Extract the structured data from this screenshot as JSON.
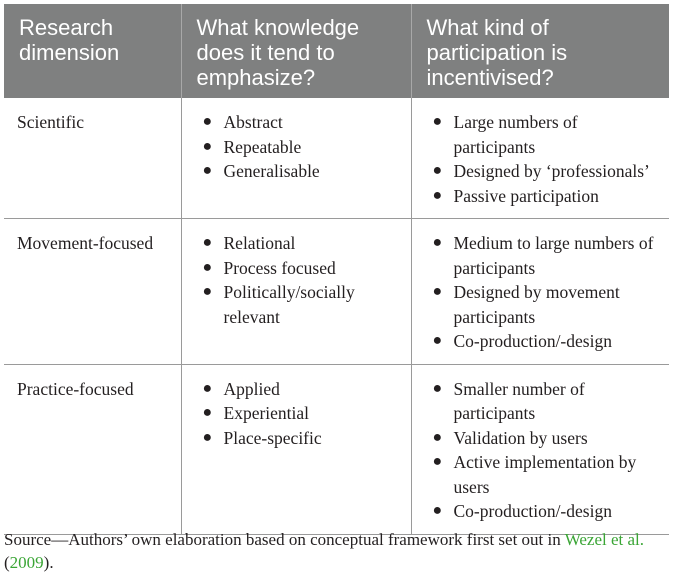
{
  "table": {
    "headers": [
      "Research dimension",
      "What knowledge does it tend to emphasize?",
      "What kind of participation is incentivised?"
    ],
    "rows": [
      {
        "dimension": "Scientific",
        "knowledge": [
          "Abstract",
          "Repeatable",
          "Generalisable"
        ],
        "participation": [
          "Large numbers of participants",
          "Designed by ‘professionals’",
          "Passive participation"
        ]
      },
      {
        "dimension": "Movement-focused",
        "knowledge": [
          "Relational",
          "Process focused",
          "Politically/socially relevant"
        ],
        "participation": [
          "Medium to large numbers of participants",
          "Designed by movement participants",
          " Co-production/-design"
        ]
      },
      {
        "dimension": "Practice-focused",
        "knowledge": [
          "Applied",
          "Experiential",
          "Place-specific"
        ],
        "participation": [
          "Smaller number of participants",
          "Validation by users",
          "Active implementation by users",
          "Co-production/-design"
        ]
      }
    ]
  },
  "caption": {
    "text": "Source—Authors’ own elaboration based on conceptual framework first set out in ",
    "ref_authors": "Wezel et al.",
    "ref_open": " (",
    "ref_year": "2009",
    "ref_close": ")."
  },
  "bullet_symbol": "●",
  "colors": {
    "header_bg": "#7f8080",
    "header_text": "#ffffff",
    "link": "#3aa535",
    "rule": "#9a9a9a"
  }
}
